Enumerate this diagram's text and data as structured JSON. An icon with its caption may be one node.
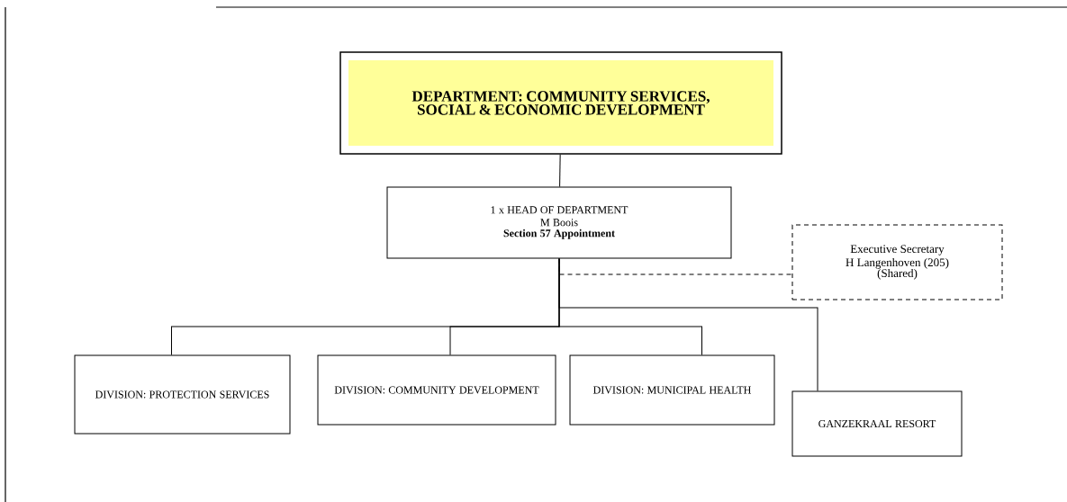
{
  "diagram": {
    "nodes": [
      {
        "text": [
          "DEPARTMENT: COMMUNITY SERVICES, SOCIAL & ECONOMIC DEVELOPMENT"
        ]
      },
      {
        "text": [
          "1 x HEAD OF DEPARTMENT",
          "M Boois",
          "Section 57 Appointment"
        ]
      },
      {
        "text": [
          "Executive Secretary",
          "H Langenhoven (205)",
          "(Shared)"
        ]
      },
      {
        "text": [
          "DIVISION: PROTECTION SERVICES"
        ]
      },
      {
        "text": [
          "DIVISION: COMMUNITY DEVELOPMENT"
        ]
      },
      {
        "text": [
          "DIVISION: MUNICIPAL HEALTH"
        ]
      },
      {
        "text": [
          "GANZEKRAAL RESORT"
        ]
      }
    ],
    "edges": [
      {
        "from": 0,
        "to": 1,
        "arrow": "none"
      },
      {
        "from": 1,
        "to": 2,
        "arrow": "none",
        "style": "dashed"
      },
      {
        "from": 1,
        "to": 3,
        "arrow": "none"
      },
      {
        "from": 1,
        "to": 4,
        "arrow": "none"
      },
      {
        "from": 1,
        "to": 5,
        "arrow": "none"
      },
      {
        "from": 1,
        "to": 6,
        "arrow": "none"
      }
    ]
  }
}
